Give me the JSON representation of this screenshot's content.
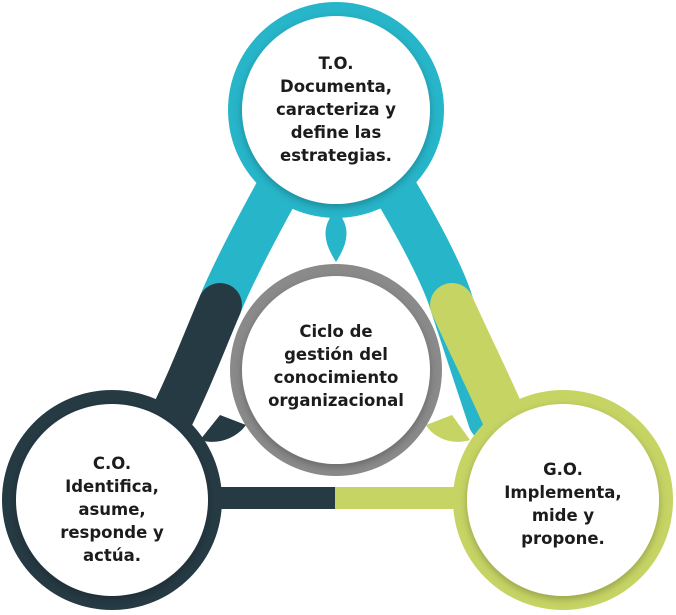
{
  "center": {
    "lines": [
      "Ciclo de",
      "gestión del",
      "conocimiento",
      "organizacional"
    ],
    "color": "#8a8a8a"
  },
  "top": {
    "lines": [
      "T.O.",
      "Documenta,",
      "caracteriza y",
      "define las",
      "estrategias."
    ],
    "color": "#27b5c9"
  },
  "left": {
    "lines": [
      "C.O.",
      "Identifica,",
      "asume,",
      "responde y",
      "actúa."
    ],
    "color": "#263a44"
  },
  "right": {
    "lines": [
      "G.O.",
      "Implementa,",
      "mide y",
      "propone."
    ],
    "color": "#c6d464"
  }
}
